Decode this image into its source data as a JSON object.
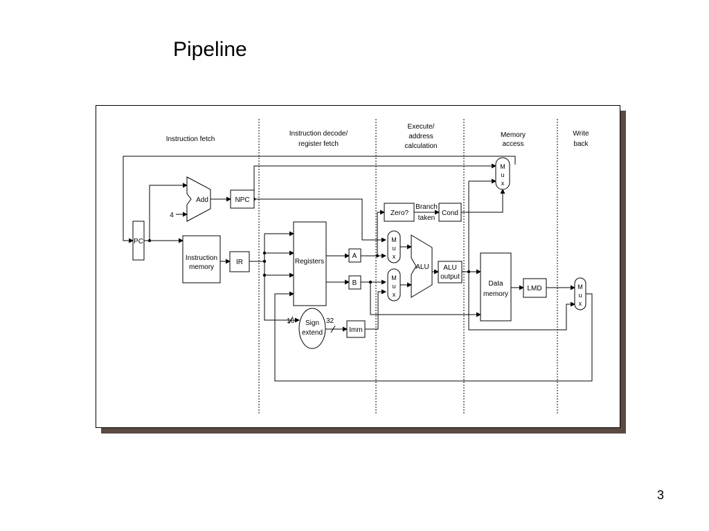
{
  "slide": {
    "title": "Pipeline",
    "page_number": "3"
  },
  "diagram": {
    "stages": {
      "fetch": "Instruction fetch",
      "decode_1": "Instruction decode/",
      "decode_2": "register fetch",
      "execute_1": "Execute/",
      "execute_2": "address",
      "execute_3": "calculation",
      "memory_1": "Memory",
      "memory_2": "access",
      "writeback_1": "Write",
      "writeback_2": "back"
    },
    "blocks": {
      "pc": "PC",
      "add": "Add",
      "const_four": "4",
      "npc": "NPC",
      "imem_1": "Instruction",
      "imem_2": "memory",
      "ir": "IR",
      "registers": "Registers",
      "a": "A",
      "b": "B",
      "sign_1": "Sign",
      "sign_2": "extend",
      "width_16": "16",
      "width_32": "32",
      "imm": "Imm",
      "zero": "Zero?",
      "branch_1": "Branch",
      "branch_2": "taken",
      "cond": "Cond",
      "mux_m": "M",
      "mux_u": "u",
      "mux_x": "x",
      "alu": "ALU",
      "alu_out_1": "ALU",
      "alu_out_2": "output",
      "dmem_1": "Data",
      "dmem_2": "memory",
      "lmd": "LMD"
    }
  }
}
